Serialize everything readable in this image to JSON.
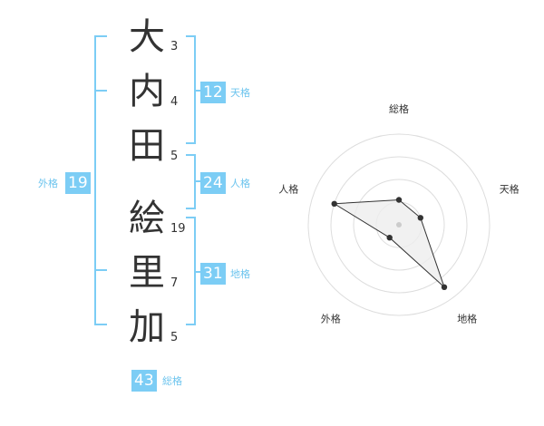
{
  "name_chars": [
    {
      "char": "大",
      "strokes": "3"
    },
    {
      "char": "内",
      "strokes": "4"
    },
    {
      "char": "田",
      "strokes": "5"
    },
    {
      "char": "絵",
      "strokes": "19"
    },
    {
      "char": "里",
      "strokes": "7"
    },
    {
      "char": "加",
      "strokes": "5"
    }
  ],
  "kaku": {
    "tenkaku": {
      "value": "12",
      "label": "天格"
    },
    "jinkaku": {
      "value": "24",
      "label": "人格"
    },
    "chikaku": {
      "value": "31",
      "label": "地格"
    },
    "gaikaku": {
      "value": "19",
      "label": "外格"
    },
    "soukaku": {
      "value": "43",
      "label": "総格"
    }
  },
  "colors": {
    "accent": "#7ccdf5",
    "accent_text": "#6cc4ee",
    "bracket": "#7ccdf5",
    "text": "#333333",
    "radar_fill": "#eeeeee",
    "ring": "#dddddd"
  },
  "chart_data": {
    "type": "radar",
    "axes": [
      "総格",
      "天格",
      "地格",
      "外格",
      "人格"
    ],
    "values": [
      1.1,
      1.0,
      3.4,
      0.7,
      3.0
    ],
    "max": 4,
    "rings": 4
  }
}
